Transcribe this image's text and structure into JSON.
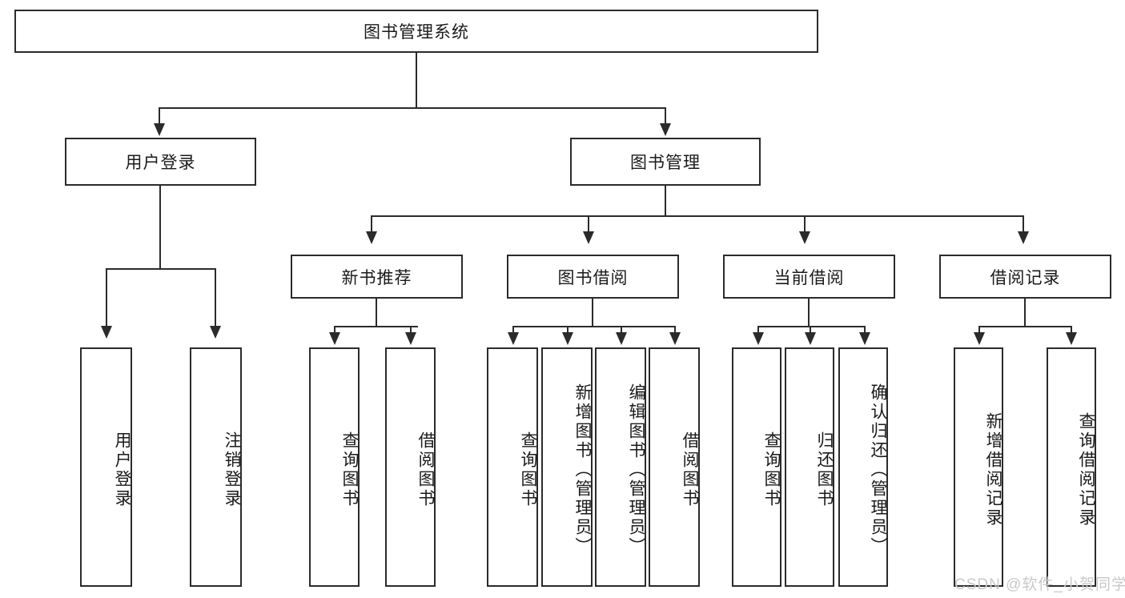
{
  "diagram": {
    "title": "图书管理系统",
    "type": "tree-hierarchy-functional-structure",
    "root": {
      "label": "图书管理系统"
    },
    "level2": [
      {
        "label": "用户登录"
      },
      {
        "label": "图书管理"
      }
    ],
    "level3": [
      {
        "label": "新书推荐"
      },
      {
        "label": "图书借阅"
      },
      {
        "label": "当前借阅"
      },
      {
        "label": "借阅记录"
      }
    ],
    "leaves": {
      "user_login": [
        {
          "label": "用户登录"
        },
        {
          "label": "注销登录"
        }
      ],
      "new_book_recommend": [
        {
          "label": "查询图书"
        },
        {
          "label": "借阅图书"
        }
      ],
      "book_borrow": [
        {
          "label": "查询图书"
        },
        {
          "label": "新增图书（管理员）"
        },
        {
          "label": "编辑图书（管理员）"
        },
        {
          "label": "借阅图书"
        }
      ],
      "current_borrow": [
        {
          "label": "查询图书"
        },
        {
          "label": "归还图书"
        },
        {
          "label": "确认归还（管理员）"
        }
      ],
      "borrow_record": [
        {
          "label": "新增借阅记录"
        },
        {
          "label": "查询借阅记录"
        }
      ]
    }
  },
  "watermark": {
    "text": "CSDN @软件_小贺同学"
  },
  "colors": {
    "line": "#2b2b2b",
    "box_border": "#2b2b2b",
    "background": "#ffffff",
    "text": "#1a1a1a",
    "watermark": "#c9c9c9"
  }
}
